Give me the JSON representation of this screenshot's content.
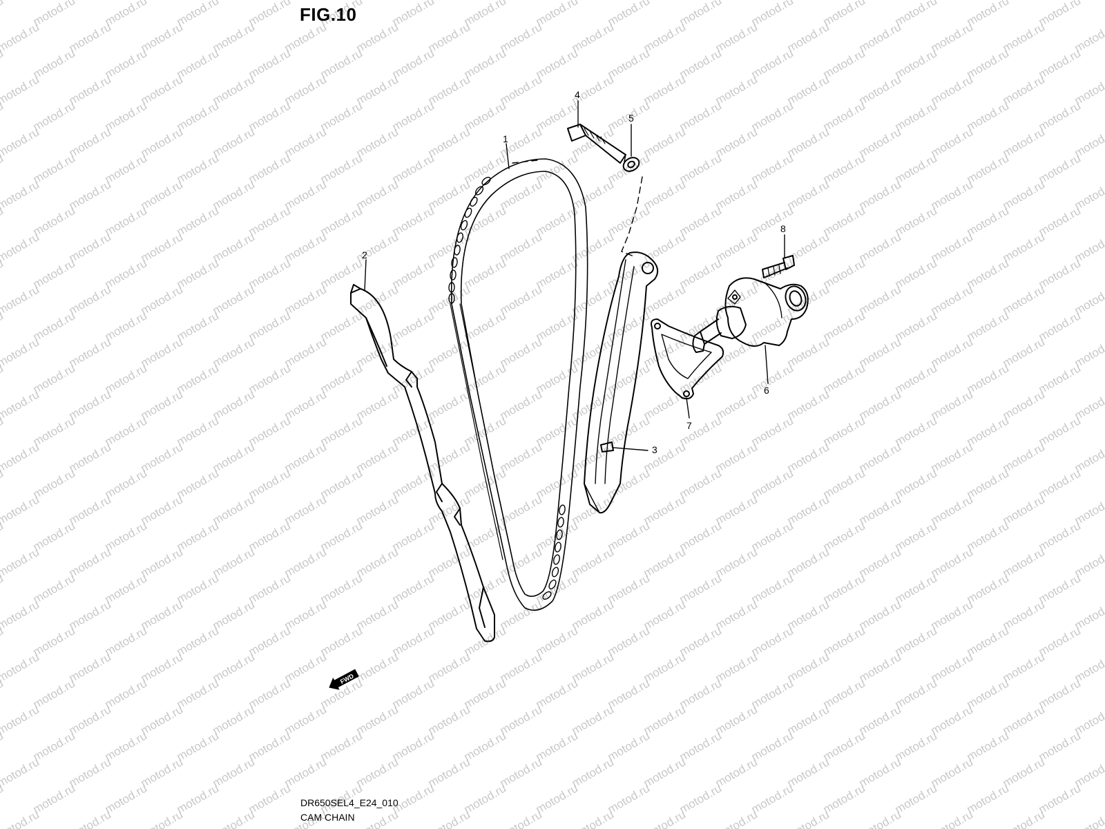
{
  "figure": {
    "title": "FIG.10",
    "code": "DR650SEL4_E24_010",
    "caption": "CAM CHAIN"
  },
  "watermark": {
    "text": "motod.ru",
    "color": "#c8c8c8"
  },
  "direction_badge": "FWD",
  "callouts": [
    {
      "id": "1",
      "part": "cam-chain"
    },
    {
      "id": "2",
      "part": "chain-guide-front"
    },
    {
      "id": "3",
      "part": "chain-tensioner-guide"
    },
    {
      "id": "4",
      "part": "tensioner-guide-bolt"
    },
    {
      "id": "5",
      "part": "washer"
    },
    {
      "id": "6",
      "part": "chain-tensioner-adjuster"
    },
    {
      "id": "7",
      "part": "tensioner-gasket"
    },
    {
      "id": "8",
      "part": "adjuster-bolt"
    }
  ],
  "colors": {
    "line": "#000000",
    "background": "#ffffff"
  }
}
